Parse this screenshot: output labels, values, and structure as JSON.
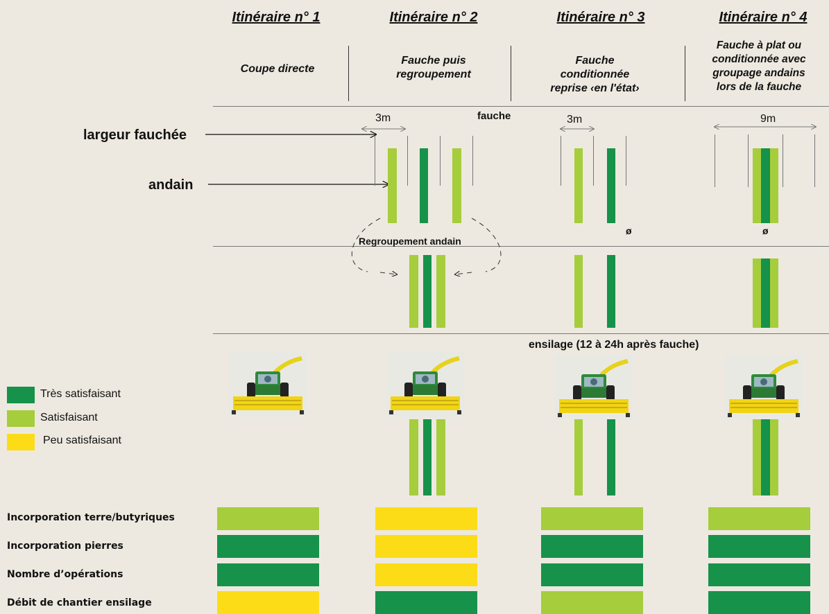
{
  "itineraries": [
    {
      "title": "Itinéraire n° 1",
      "desc_lines": [
        "Coupe directe"
      ]
    },
    {
      "title": "Itinéraire n° 2",
      "desc_lines": [
        "Fauche puis",
        "regroupement"
      ]
    },
    {
      "title": "Itinéraire n° 3",
      "desc_lines": [
        "Fauche",
        "conditionnée",
        "reprise ‹en l'état›"
      ]
    },
    {
      "title": "Itinéraire n° 4",
      "desc_lines": [
        "Fauche à plat ou",
        "conditionnée avec",
        "groupage andains",
        "lors de la fauche"
      ]
    }
  ],
  "labels": {
    "fauche": "fauche",
    "largeur_fauchee": "largeur fauchée",
    "andain": "andain",
    "width_3m_a": "3m",
    "width_3m_b": "3m",
    "width_9m": "9m",
    "none_3": "ø",
    "none_4": "ø",
    "regroupement": "Regroupement andain",
    "ensilage": "ensilage (12 à 24h après fauche)"
  },
  "legend": [
    {
      "label": "Très satisfaisant",
      "color": "#16924a"
    },
    {
      "label": "Satisfaisant",
      "color": "#a6cd3b"
    },
    {
      "label": "Peu satisfaisant",
      "color": "#fcdc17"
    }
  ],
  "criteria": [
    {
      "label": "Incorporation terre/butyriques",
      "ratings": [
        "Satisfaisant",
        "Peu satisfaisant",
        "Satisfaisant",
        "Satisfaisant"
      ]
    },
    {
      "label": "Incorporation pierres",
      "ratings": [
        "Très satisfaisant",
        "Peu satisfaisant",
        "Très satisfaisant",
        "Très satisfaisant"
      ]
    },
    {
      "label": "Nombre d’opérations",
      "ratings": [
        "Très satisfaisant",
        "Peu satisfaisant",
        "Très satisfaisant",
        "Très satisfaisant"
      ]
    },
    {
      "label": "Débit de chantier ensilage",
      "ratings": [
        "Peu satisfaisant",
        "Très satisfaisant",
        "Satisfaisant",
        "Très satisfaisant"
      ]
    }
  ],
  "colors": {
    "dark_green": "#16924a",
    "light_green": "#a6cd3b",
    "yellow": "#fcdc17",
    "background": "#ede9e0"
  },
  "icons": [
    "forage-harvester-image"
  ]
}
